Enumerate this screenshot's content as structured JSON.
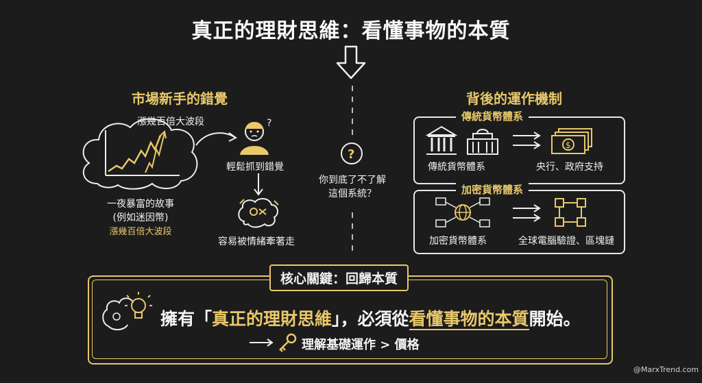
{
  "title": "真正的理財思維：看懂事物的本質",
  "left": {
    "heading": "市場新手的錯覺",
    "surge_label": "漲幾百倍大波段",
    "story_line1": "一夜暴富的故事",
    "story_line2": "(例如迷因幣)",
    "story_line3": "漲幾百倍大波段",
    "illusion_label": "輕鬆抓到錯覺",
    "emotion_label": "容易被情緒牽著走"
  },
  "middle": {
    "question_line1": "你到底了不了解",
    "question_line2": "這個系統？"
  },
  "right": {
    "heading": "背後的運作機制",
    "traditional": {
      "box_title": "傳統貨幣體系",
      "left_caption": "傳統貨幣體系",
      "right_caption": "央行、政府支持"
    },
    "crypto": {
      "box_title": "加密貨幣體系",
      "left_caption": "加密貨幣體系",
      "right_caption": "全球電腦驗證、區塊鏈"
    }
  },
  "key": {
    "title": "核心關鍵：回歸本質",
    "sentence_part1": "擁有「",
    "sentence_highlight1": "真正的理財思維",
    "sentence_part2": "」，必須從",
    "sentence_highlight2": "看懂事物的本質",
    "sentence_part3": "開始。",
    "sub_text": "理解基礎運作 > 價格"
  },
  "watermark": "@MarxTrend.com",
  "colors": {
    "background": "#1c1c1c",
    "accent_gold": "#e9c86a",
    "chalk_white": "#f2f2f2"
  }
}
